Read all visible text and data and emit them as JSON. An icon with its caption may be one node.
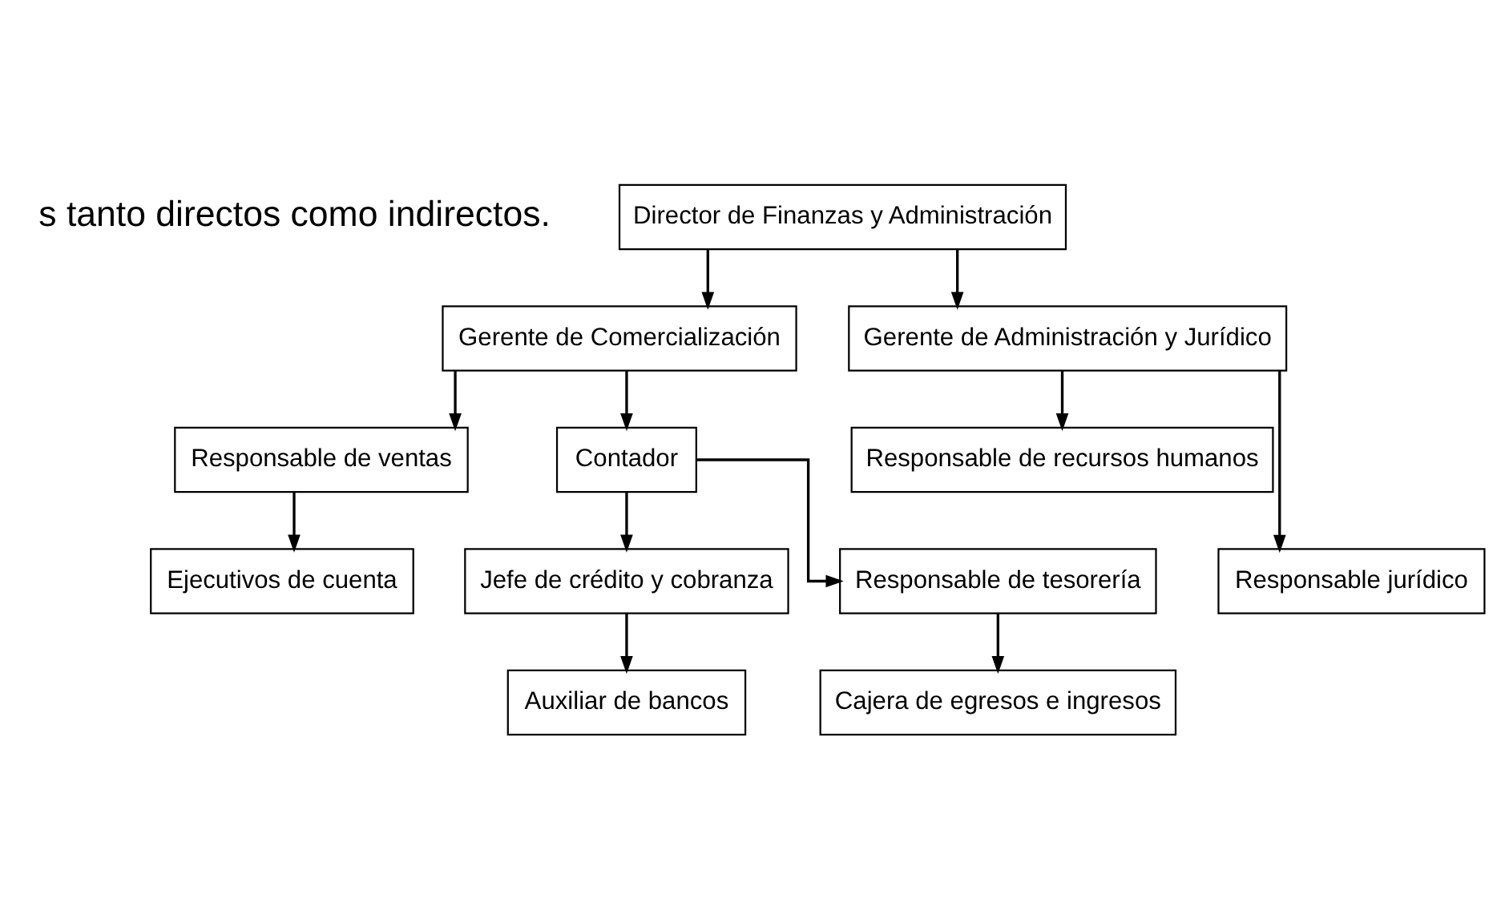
{
  "diagram": {
    "nodes": [
      {
        "text": [
          "Director de Finanzas y Administración"
        ]
      },
      {
        "text": [
          "Gerente de Comercialización"
        ]
      },
      {
        "text": [
          "Gerente de Administración y Jurídico"
        ]
      },
      {
        "text": [
          "Responsable de ventas"
        ]
      },
      {
        "text": [
          "Contador"
        ]
      },
      {
        "text": [
          "Ejecutivos de cuenta"
        ]
      },
      {
        "text": [
          "Jefe de crédito y cobranza"
        ]
      },
      {
        "text": [
          "Responsable de tesorería"
        ]
      },
      {
        "text": [
          "Auxiliar de bancos"
        ]
      },
      {
        "text": [
          "Cajera de egresos e ingresos"
        ]
      },
      {
        "text": [
          "Responsable de recursos humanos"
        ]
      },
      {
        "text": [
          "Responsable jurídico"
        ]
      }
    ],
    "edges": [
      {
        "from": 0,
        "to": 1,
        "arrow": "to"
      },
      {
        "from": 0,
        "to": 2,
        "arrow": "to"
      },
      {
        "from": 1,
        "to": 3,
        "arrow": "to"
      },
      {
        "from": 1,
        "to": 4,
        "arrow": "to"
      },
      {
        "from": 3,
        "to": 5,
        "arrow": "to"
      },
      {
        "from": 4,
        "to": 6,
        "arrow": "to"
      },
      {
        "from": 4,
        "to": 7,
        "arrow": "to"
      },
      {
        "from": 6,
        "to": 8,
        "arrow": "to"
      },
      {
        "from": 7,
        "to": 9,
        "arrow": "to"
      },
      {
        "from": 2,
        "to": 10,
        "arrow": "to"
      },
      {
        "from": 2,
        "to": 11,
        "arrow": "to"
      }
    ],
    "labels": [
      "s tanto directos como indirectos."
    ]
  }
}
